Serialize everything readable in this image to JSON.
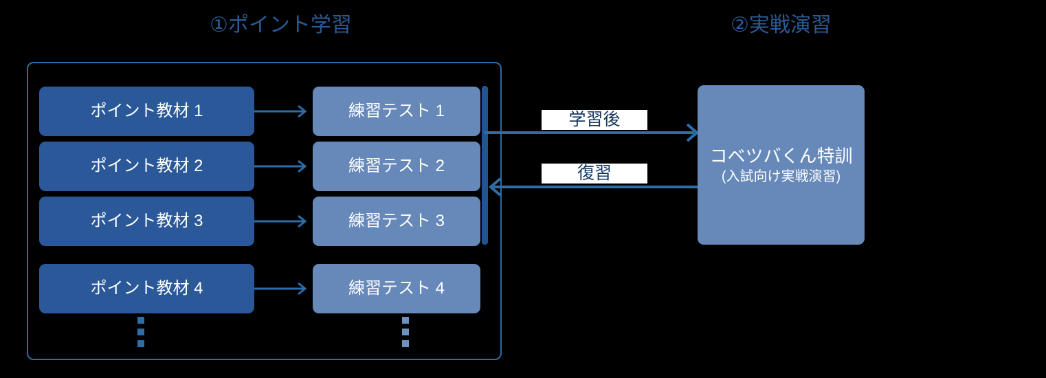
{
  "diagram": {
    "background_color": "#000000",
    "palette": {
      "dark_blue": "#2A5899",
      "light_blue": "#6689BA",
      "accent_blue": "#2E6DA8",
      "title_blue": "#2A5B96",
      "spine_blue": "#1F5597",
      "label_text": "#17375E",
      "label_bg": "#FFFFFF"
    },
    "sections": [
      {
        "id": "point-study",
        "label": "①ポイント学習"
      },
      {
        "id": "practice-drills",
        "label": "②実戦演習"
      }
    ],
    "rows": [
      {
        "material": "ポイント教材 1",
        "test": "練習テスト 1"
      },
      {
        "material": "ポイント教材 2",
        "test": "練習テスト 2"
      },
      {
        "material": "ポイント教材 3",
        "test": "練習テスト 3"
      },
      {
        "material": "ポイント教材 4",
        "test": "練習テスト 4"
      }
    ],
    "continuation": {
      "left_glyph": "vertical-ellipsis",
      "right_glyph": "vertical-ellipsis",
      "dot_count": 3
    },
    "practice_box": {
      "title": "コベツバくん特訓",
      "subtitle": "(入試向け実戦演習)"
    },
    "connectors": [
      {
        "id": "to-practice",
        "label": "学習後",
        "direction": "right"
      },
      {
        "id": "from-practice",
        "label": "復習",
        "direction": "left"
      }
    ],
    "row_arrows": {
      "glyph": "arrow-right",
      "count": 4
    }
  }
}
